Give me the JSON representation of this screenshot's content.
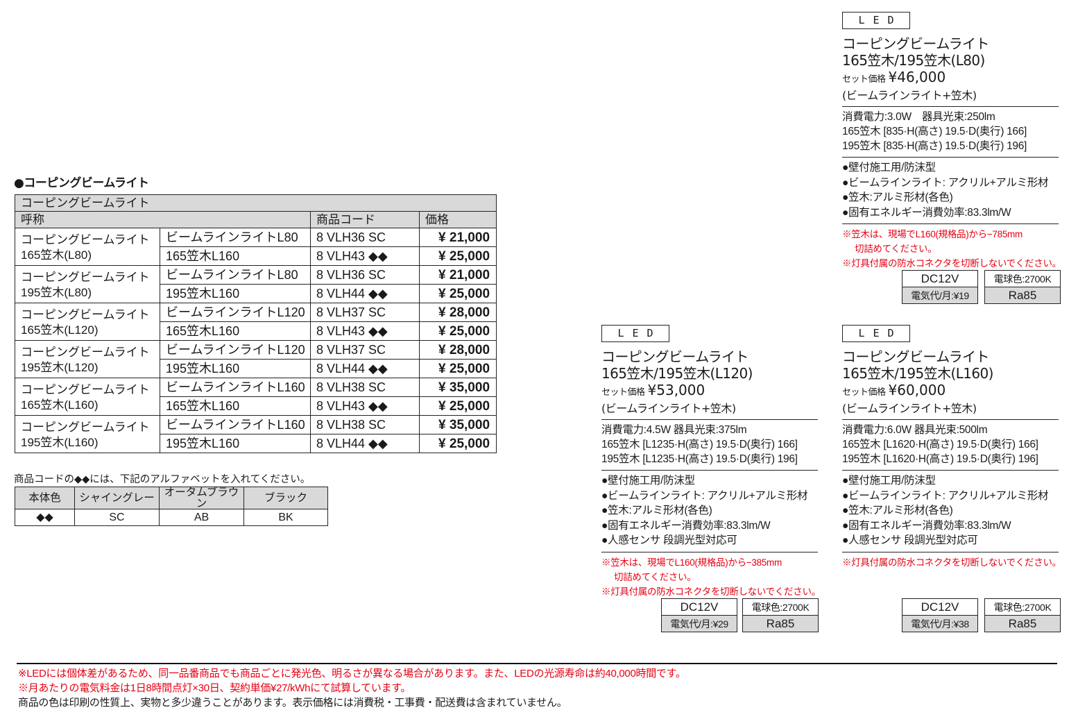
{
  "section": {
    "title": "●コーピングビームライト"
  },
  "price_table": {
    "caption": "コーピングビームライト",
    "headers": {
      "name": "呼称",
      "code": "商品コード",
      "price": "価格"
    },
    "groups": [
      {
        "name_line1": "コーピングビームライト",
        "name_line2": "165笠木(L80)",
        "items": [
          {
            "part": "ビームラインライトL80",
            "code": "8 VLH36 SC",
            "price": "¥ 21,000"
          },
          {
            "part": "165笠木L160",
            "code": "8 VLH43 ◆◆",
            "price": "¥ 25,000"
          }
        ]
      },
      {
        "name_line1": "コーピングビームライト",
        "name_line2": "195笠木(L80)",
        "items": [
          {
            "part": "ビームラインライトL80",
            "code": "8 VLH36 SC",
            "price": "¥ 21,000"
          },
          {
            "part": "195笠木L160",
            "code": "8 VLH44 ◆◆",
            "price": "¥ 25,000"
          }
        ]
      },
      {
        "name_line1": "コーピングビームライト",
        "name_line2": "165笠木(L120)",
        "items": [
          {
            "part": "ビームラインライトL120",
            "code": "8 VLH37 SC",
            "price": "¥ 28,000"
          },
          {
            "part": "165笠木L160",
            "code": "8 VLH43 ◆◆",
            "price": "¥ 25,000"
          }
        ]
      },
      {
        "name_line1": "コーピングビームライト",
        "name_line2": "195笠木(L120)",
        "items": [
          {
            "part": "ビームラインライトL120",
            "code": "8 VLH37 SC",
            "price": "¥ 28,000"
          },
          {
            "part": "195笠木L160",
            "code": "8 VLH44 ◆◆",
            "price": "¥ 25,000"
          }
        ]
      },
      {
        "name_line1": "コーピングビームライト",
        "name_line2": "165笠木(L160)",
        "items": [
          {
            "part": "ビームラインライトL160",
            "code": "8 VLH38 SC",
            "price": "¥ 35,000"
          },
          {
            "part": "165笠木L160",
            "code": "8 VLH43 ◆◆",
            "price": "¥ 25,000"
          }
        ]
      },
      {
        "name_line1": "コーピングビームライト",
        "name_line2": "195笠木(L160)",
        "items": [
          {
            "part": "ビームラインライトL160",
            "code": "8 VLH38 SC",
            "price": "¥ 35,000"
          },
          {
            "part": "195笠木L160",
            "code": "8 VLH44 ◆◆",
            "price": "¥ 25,000"
          }
        ]
      }
    ]
  },
  "color_code": {
    "note": "商品コードの◆◆には、下記のアルファベットを入れてください。",
    "headers": [
      "本体色",
      "シャイングレー",
      "オータムブラウン",
      "ブラック"
    ],
    "values": [
      "◆◆",
      "SC",
      "AB",
      "BK"
    ]
  },
  "cards": [
    {
      "badge": "LED",
      "title_line1": "コーピングビームライト",
      "title_line2": "165笠木/195笠木(L80)",
      "set_label": "セット価格",
      "set_price": "¥46,000",
      "set_sub": "(ビームラインライト+笠木)",
      "specs": [
        "消費電力:3.0W　器具光束:250lm",
        "165笠木 [835·H(高さ) 19.5·D(奥行) 166]",
        "195笠木 [835·H(高さ) 19.5·D(奥行) 196]"
      ],
      "features": [
        "●壁付施工用/防沫型",
        "●ビームラインライト: アクリル+アルミ形材",
        "●笠木:アルミ形材(各色)",
        "●固有エネルギー消費効率:83.3lm/W"
      ],
      "notes": [
        "※笠木は、現場でL160(規格品)から−785mm",
        "切詰めてください。",
        "※灯具付属の防水コネクタを切断しないでください。"
      ],
      "voltage": "DC12V",
      "electricity": "電気代/月:¥19",
      "color_temp": "電球色:2700K",
      "ra": "Ra85"
    },
    {
      "badge": "LED",
      "title_line1": "コーピングビームライト",
      "title_line2": "165笠木/195笠木(L120)",
      "set_label": "セット価格",
      "set_price": "¥53,000",
      "set_sub": "(ビームラインライト+笠木)",
      "specs": [
        "消費電力:4.5W 器具光束:375lm",
        "165笠木 [L1235·H(高さ) 19.5·D(奥行) 166]",
        "195笠木 [L1235·H(高さ) 19.5·D(奥行) 196]"
      ],
      "features": [
        "●壁付施工用/防沫型",
        "●ビームラインライト: アクリル+アルミ形材",
        "●笠木:アルミ形材(各色)",
        "●固有エネルギー消費効率:83.3lm/W",
        "●人感センサ 段調光型対応可"
      ],
      "notes": [
        "※笠木は、現場でL160(規格品)から−385mm",
        "切詰めてください。",
        "※灯具付属の防水コネクタを切断しないでください。"
      ],
      "voltage": "DC12V",
      "electricity": "電気代/月:¥29",
      "color_temp": "電球色:2700K",
      "ra": "Ra85"
    },
    {
      "badge": "LED",
      "title_line1": "コーピングビームライト",
      "title_line2": "165笠木/195笠木(L160)",
      "set_label": "セット価格",
      "set_price": "¥60,000",
      "set_sub": "(ビームラインライト+笠木)",
      "specs": [
        "消費電力:6.0W 器具光束:500lm",
        "165笠木 [L1620·H(高さ) 19.5·D(奥行) 166]",
        "195笠木 [L1620·H(高さ) 19.5·D(奥行) 196]"
      ],
      "features": [
        "●壁付施工用/防沫型",
        "●ビームラインライト: アクリル+アルミ形材",
        "●笠木:アルミ形材(各色)",
        "●固有エネルギー消費効率:83.3lm/W",
        "●人感センサ 段調光型対応可"
      ],
      "notes": [
        "※灯具付属の防水コネクタを切断しないでください。"
      ],
      "voltage": "DC12V",
      "electricity": "電気代/月:¥38",
      "color_temp": "電球色:2700K",
      "ra": "Ra85"
    }
  ],
  "footer": {
    "note1": "※LEDには個体差があるため、同一品番商品でも商品ごとに発光色、明るさが異なる場合があります。また、LEDの光源寿命は約40,000時間です。",
    "note2": "※月あたりの電気料金は1日8時間点灯×30日、契約単価¥27/kWhにて試算しています。",
    "note3": "商品の色は印刷の性質上、実物と多少違うことがあります。表示価格には消費税・工事費・配送費は含まれていません。"
  },
  "colors": {
    "red_note": "#e60012",
    "header_gray": "#d9d9d9",
    "line": "#222222"
  }
}
